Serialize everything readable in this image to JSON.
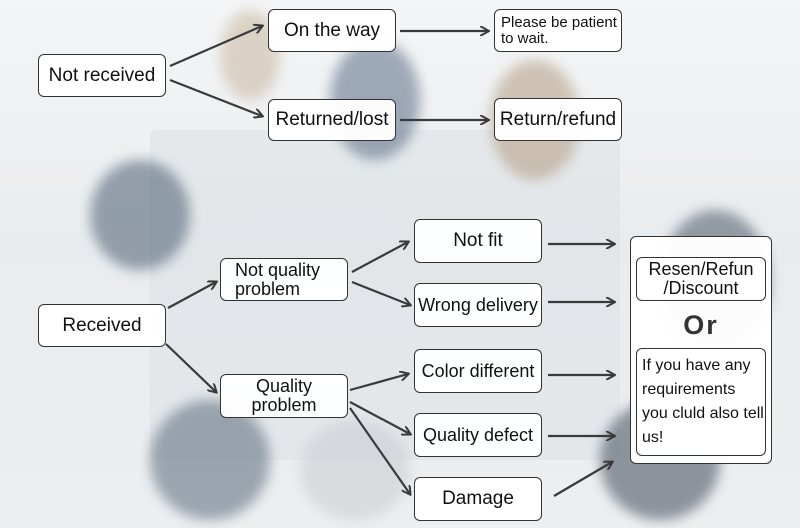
{
  "nodes": {
    "not_received": "Not received",
    "on_the_way": "On the way",
    "please_wait": "Please be patient to wait.",
    "returned_lost": "Returned/lost",
    "return_refund": "Return/refund",
    "received": "Received",
    "not_quality_problem": "Not quality problem",
    "quality_problem": "Quality problem",
    "not_fit": "Not fit",
    "wrong_delivery": "Wrong delivery",
    "color_different": "Color different",
    "quality_defect": "Quality defect",
    "damage": "Damage",
    "resend_refund_discount": "Resen/Refun /Discount",
    "or": "Or",
    "requirements": "If you have any requirements you cluld also tell us!"
  },
  "colors": {
    "arrow": "#3a3a3a",
    "border": "#333333"
  }
}
